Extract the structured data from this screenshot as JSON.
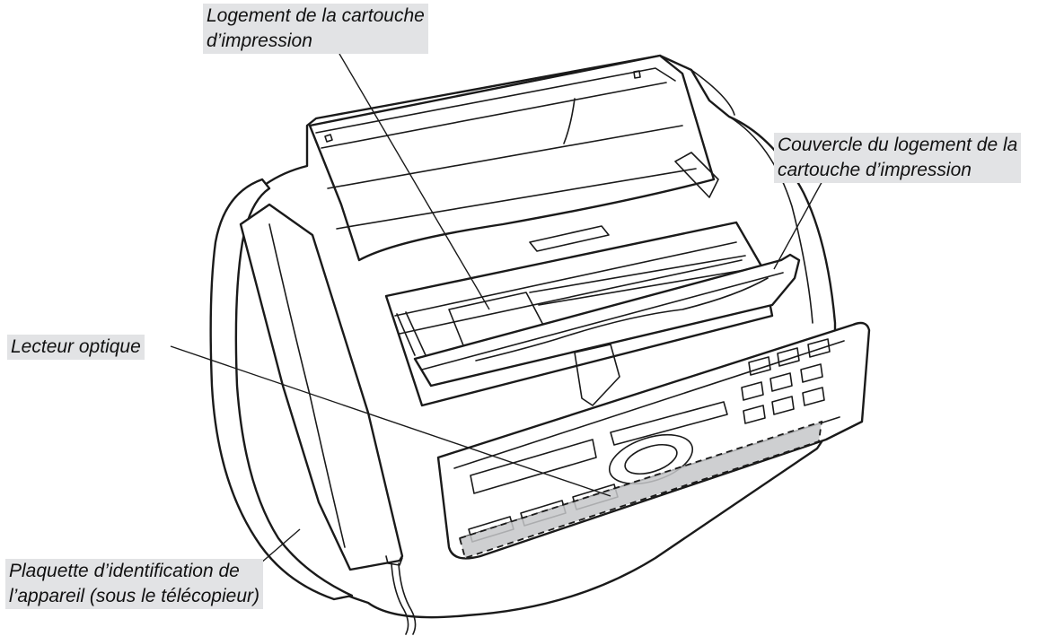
{
  "callouts": {
    "cartridge_slot": {
      "line1": "Logement de la cartouche",
      "line2": "d’impression"
    },
    "cartridge_cover": {
      "line1": "Couvercle du logement de la",
      "line2": "cartouche d’impression"
    },
    "scanner": {
      "line1": "Lecteur optique"
    },
    "id_plate": {
      "line1": "Plaquette d’identification de",
      "line2": "l’appareil (sous le télécopieur)"
    }
  },
  "colors": {
    "label_background": "#e2e3e5",
    "line_art": "#1a1a1a",
    "shaded_zone": "#c6c7c9"
  }
}
